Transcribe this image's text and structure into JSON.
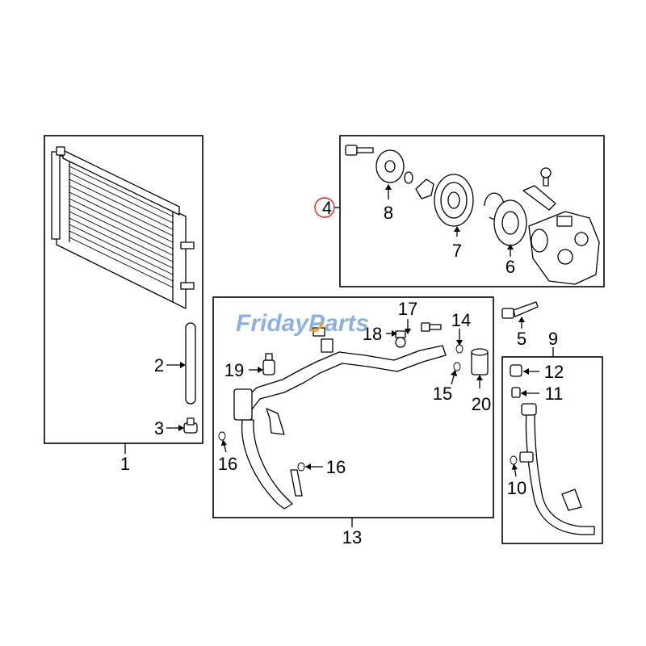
{
  "watermark": {
    "text": "FridayParts",
    "color": "#7aa3d8",
    "accent": "#f0a030"
  },
  "highlight_color": "#e02020",
  "callouts": {
    "c1": "1",
    "c2": "2",
    "c3": "3",
    "c4": "4",
    "c5": "5",
    "c6": "6",
    "c7": "7",
    "c8": "8",
    "c9": "9",
    "c10": "10",
    "c11": "11",
    "c12": "12",
    "c13": "13",
    "c14": "14",
    "c15": "15",
    "c16a": "16",
    "c16b": "16",
    "c17": "17",
    "c18": "18",
    "c19": "19",
    "c20": "20"
  }
}
